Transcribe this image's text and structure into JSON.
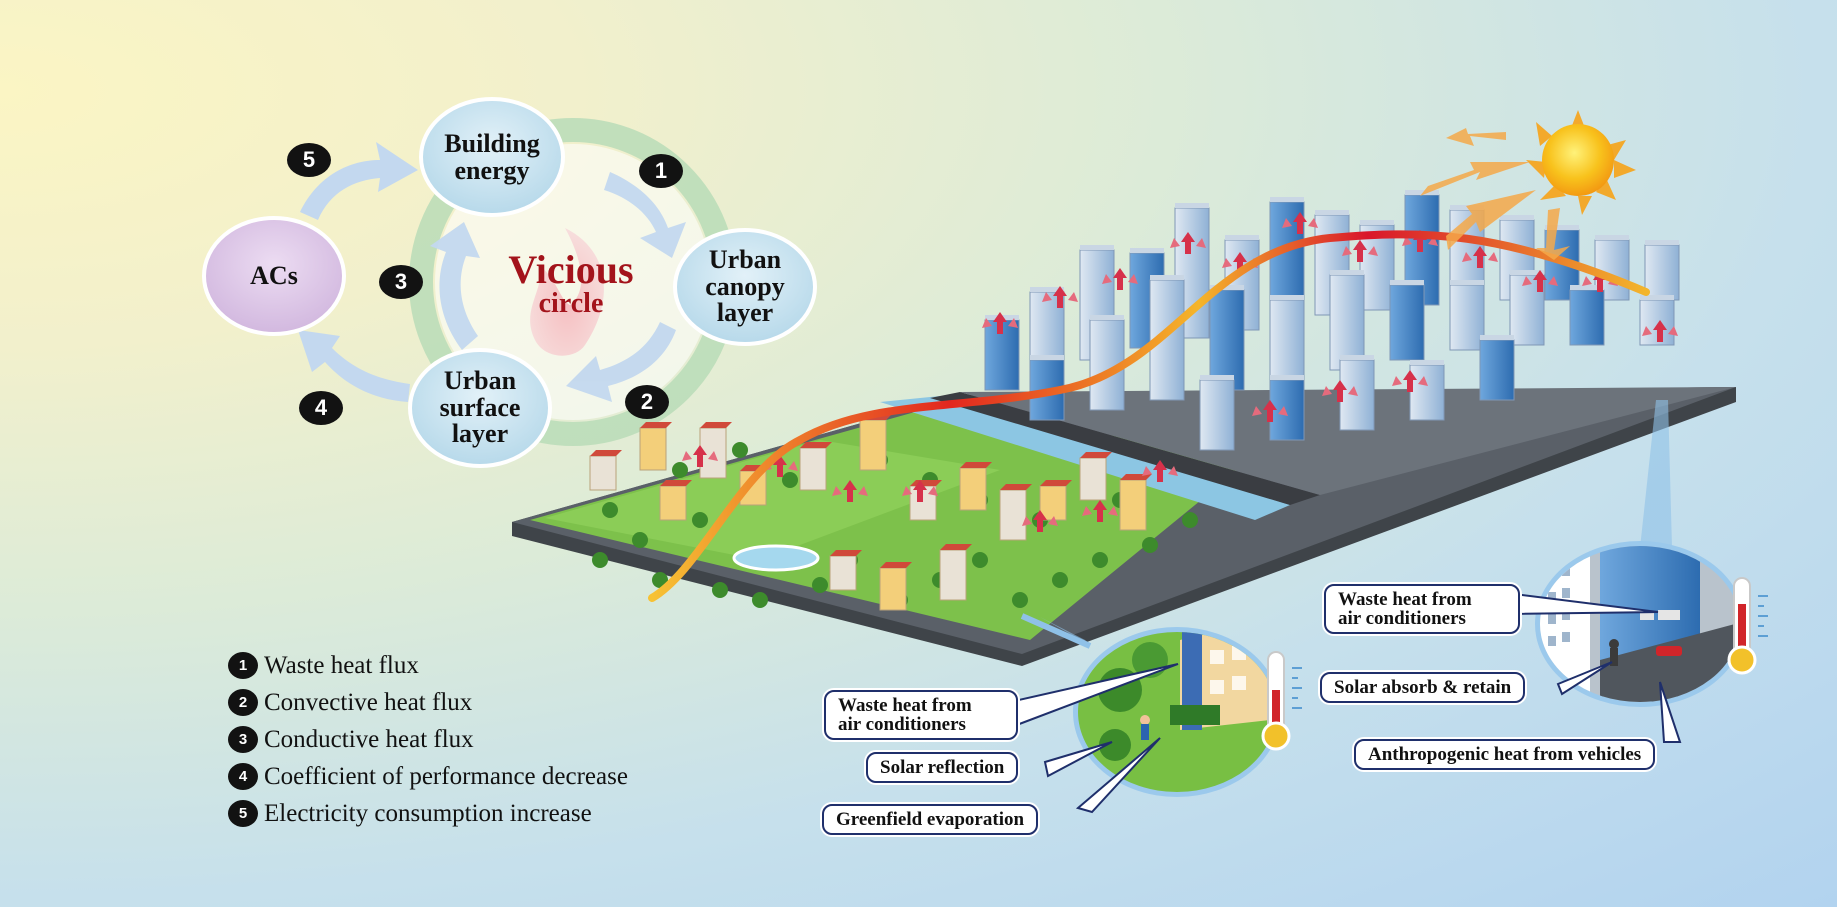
{
  "cycle": {
    "center": {
      "line1": "Vicious",
      "line2": "circle"
    },
    "nodes": {
      "building_energy": [
        "Building",
        "energy"
      ],
      "urban_canopy": [
        "Urban",
        "canopy",
        "layer"
      ],
      "urban_surface": [
        "Urban",
        "surface",
        "layer"
      ],
      "acs": [
        "ACs"
      ]
    },
    "badges": [
      "1",
      "2",
      "3",
      "4",
      "5"
    ]
  },
  "legend": [
    {
      "num": "1",
      "text": "Waste heat flux"
    },
    {
      "num": "2",
      "text": "Convective heat flux"
    },
    {
      "num": "3",
      "text": "Conductive heat flux"
    },
    {
      "num": "4",
      "text": "Coefficient of performance decrease"
    },
    {
      "num": "5",
      "text": "Electricity consumption increase"
    }
  ],
  "callouts": {
    "left": [
      [
        "Waste heat from",
        "air conditioners"
      ],
      [
        "Solar reflection"
      ],
      [
        "Greenfield evaporation"
      ]
    ],
    "right": [
      [
        "Waste heat from",
        "air conditioners"
      ],
      [
        "Solar absorb & retain"
      ],
      [
        "Anthropogenic heat from vehicles"
      ]
    ]
  },
  "colors": {
    "node_blue": "#c4e2f0",
    "node_purple": "#dcc6e6",
    "ring_green": "#b6dcb4",
    "arrow_blue": "#c3d8ef",
    "center_red": "#a3131b",
    "heat_curve_start": "#f7c234",
    "heat_curve_mid": "#d9162b",
    "sun": "#f8c21c",
    "callout_border": "#1f2f6b"
  }
}
